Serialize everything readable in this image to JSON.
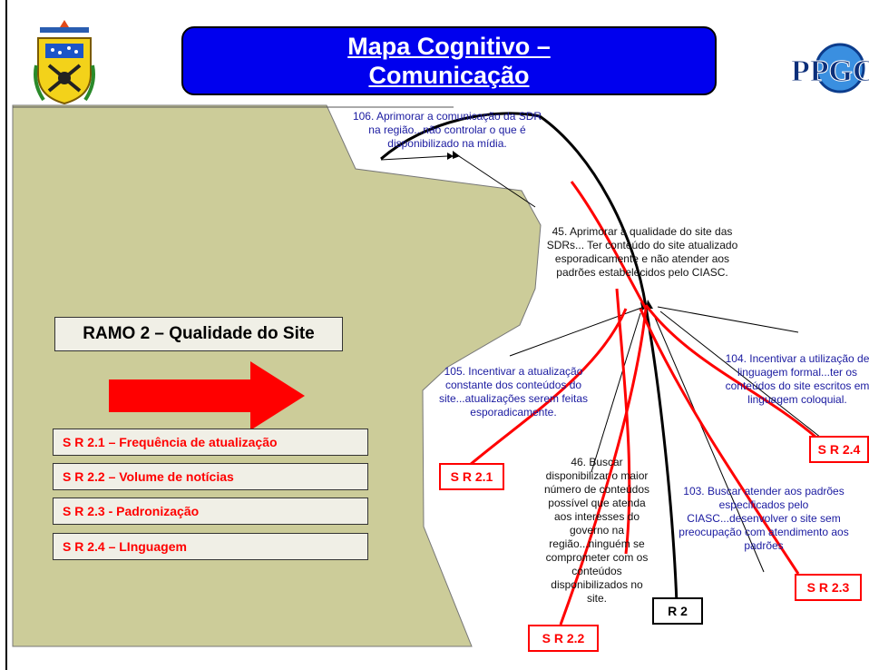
{
  "title": {
    "line1": "Mapa Cognitivo –",
    "line2": "Comunicação"
  },
  "ppgc_logo": "PPGC",
  "branch_title": "RAMO 2 – Qualidade do Site",
  "sub_branches": [
    "S R 2.1 – Frequência de atualização",
    "S R 2.2 – Volume de notícias",
    "S R 2.3 - Padronização",
    "S R 2.4 – LInguagem"
  ],
  "nodes": {
    "n106": "106. Aprimorar a comunicação da SDR na região...não controlar o que é disponibilizado na mídia.",
    "n45": "45. Aprimorar a qualidade do site das SDRs... Ter conteúdo do site atualizado esporadicamente e não atender aos padrões estabelecidos pelo CIASC.",
    "n104": "104. Incentivar a utilização de linguagem formal...ter os conteúdos do site escritos em linguagem coloquial.",
    "n105": "105. Incentivar a atualização constante dos conteúdos do site...atualizações serem feitas esporadicamente.",
    "n46": "46. Buscar disponibilizar o maior número de conteúdos possível que atenda aos interesses do governo na região...ninguém se comprometer com os conteúdos disponibilizados no site.",
    "n103": "103. Buscar atender aos padrões especificados pelo CIASC...desenvolver o site sem preocupação com atendimento aos padrões"
  },
  "labels": {
    "sr21": "S R 2.1",
    "sr22": "S R 2.2",
    "sr23": "S R 2.3",
    "sr24": "S R 2.4",
    "r2": "R 2"
  },
  "colors": {
    "title_bg": "#0000ee",
    "land": "#cccc99",
    "red": "#ff0000",
    "node_text": "#1a1aa0"
  }
}
